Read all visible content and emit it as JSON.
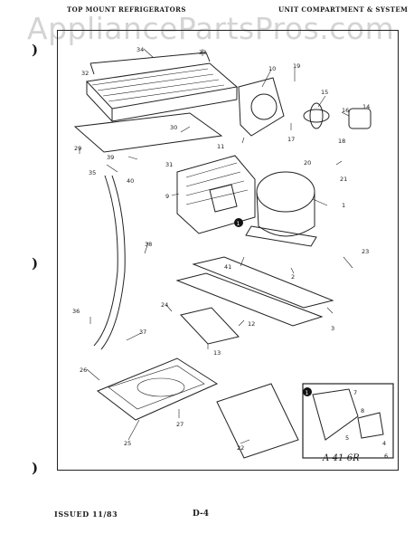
{
  "header": {
    "left": "TOP MOUNT REFRIGERATORS",
    "right": "UNIT COMPARTMENT & SYSTEM"
  },
  "watermark": "AppliancePartsPros.com",
  "callouts": [
    "1",
    "2",
    "3",
    "4",
    "5",
    "6",
    "7",
    "8",
    "9",
    "10",
    "11",
    "12",
    "13",
    "14",
    "15",
    "16",
    "17",
    "18",
    "19",
    "20",
    "21",
    "22",
    "23",
    "24",
    "25",
    "26",
    "27",
    "29",
    "30",
    "31",
    "32",
    "33",
    "34",
    "35",
    "36",
    "37",
    "38",
    "39",
    "40",
    "41"
  ],
  "inset": {
    "marker": "1"
  },
  "note": "A-41-6R",
  "footer": {
    "issued": "ISSUED 11/83",
    "page": "D-4"
  },
  "binder_marks": [
    ")",
    ")",
    ")"
  ]
}
